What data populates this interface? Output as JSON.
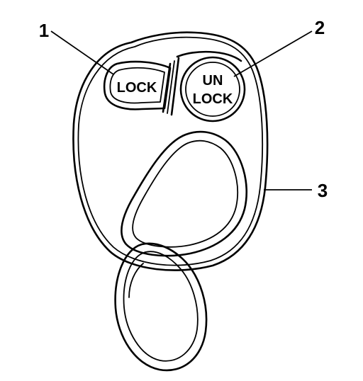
{
  "callouts": [
    {
      "id": "1",
      "label": "1"
    },
    {
      "id": "2",
      "label": "2"
    },
    {
      "id": "3",
      "label": "3"
    }
  ],
  "buttons": {
    "lock": {
      "label": "LOCK"
    },
    "unlock": {
      "line1": "UN",
      "line2": "LOCK"
    }
  },
  "colors": {
    "ink": "#000000",
    "background": "#ffffff"
  }
}
